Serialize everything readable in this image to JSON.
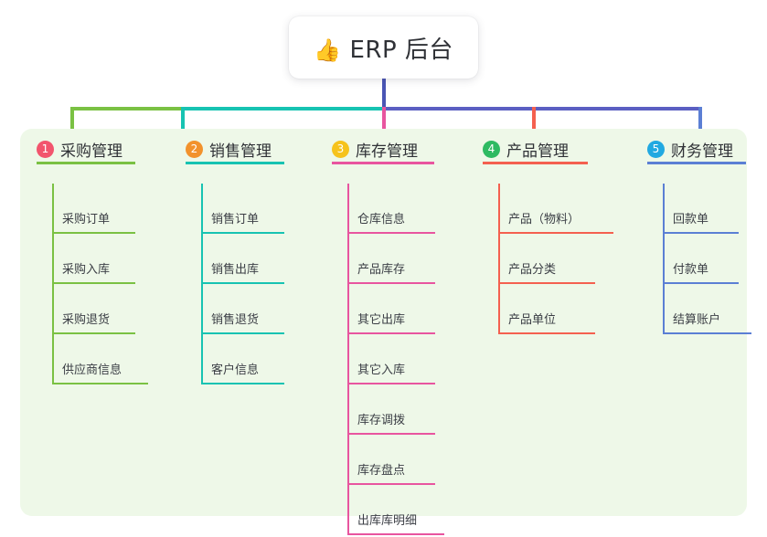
{
  "diagram": {
    "title": "ERP 后台",
    "root": {
      "icon": "thumbs-up-icon",
      "icon_glyph": "👍",
      "label": "ERP 后台"
    },
    "panel_color": "#eef8e8",
    "stem_color": "#4a55b5",
    "branches": [
      {
        "index": "1",
        "label": "采购管理",
        "badge_color": "#f2546d",
        "line_color": "#7ac143",
        "items": [
          "采购订单",
          "采购入库",
          "采购退货",
          "供应商信息"
        ]
      },
      {
        "index": "2",
        "label": "销售管理",
        "badge_color": "#f2922c",
        "line_color": "#17c3b2",
        "items": [
          "销售订单",
          "销售出库",
          "销售退货",
          "客户信息"
        ]
      },
      {
        "index": "3",
        "label": "库存管理",
        "badge_color": "#f6c31c",
        "line_color": "#e8559f",
        "items": [
          "仓库信息",
          "产品库存",
          "其它出库",
          "其它入库",
          "库存调拨",
          "库存盘点",
          "出库库明细"
        ]
      },
      {
        "index": "4",
        "label": "产品管理",
        "badge_color": "#2eba62",
        "line_color": "#f4604f",
        "items": [
          "产品（物料）",
          "产品分类",
          "产品单位"
        ]
      },
      {
        "index": "5",
        "label": "财务管理",
        "badge_color": "#21a9e1",
        "line_color": "#5b7fd4",
        "items": [
          "回款单",
          "付款单",
          "结算账户"
        ]
      }
    ]
  }
}
